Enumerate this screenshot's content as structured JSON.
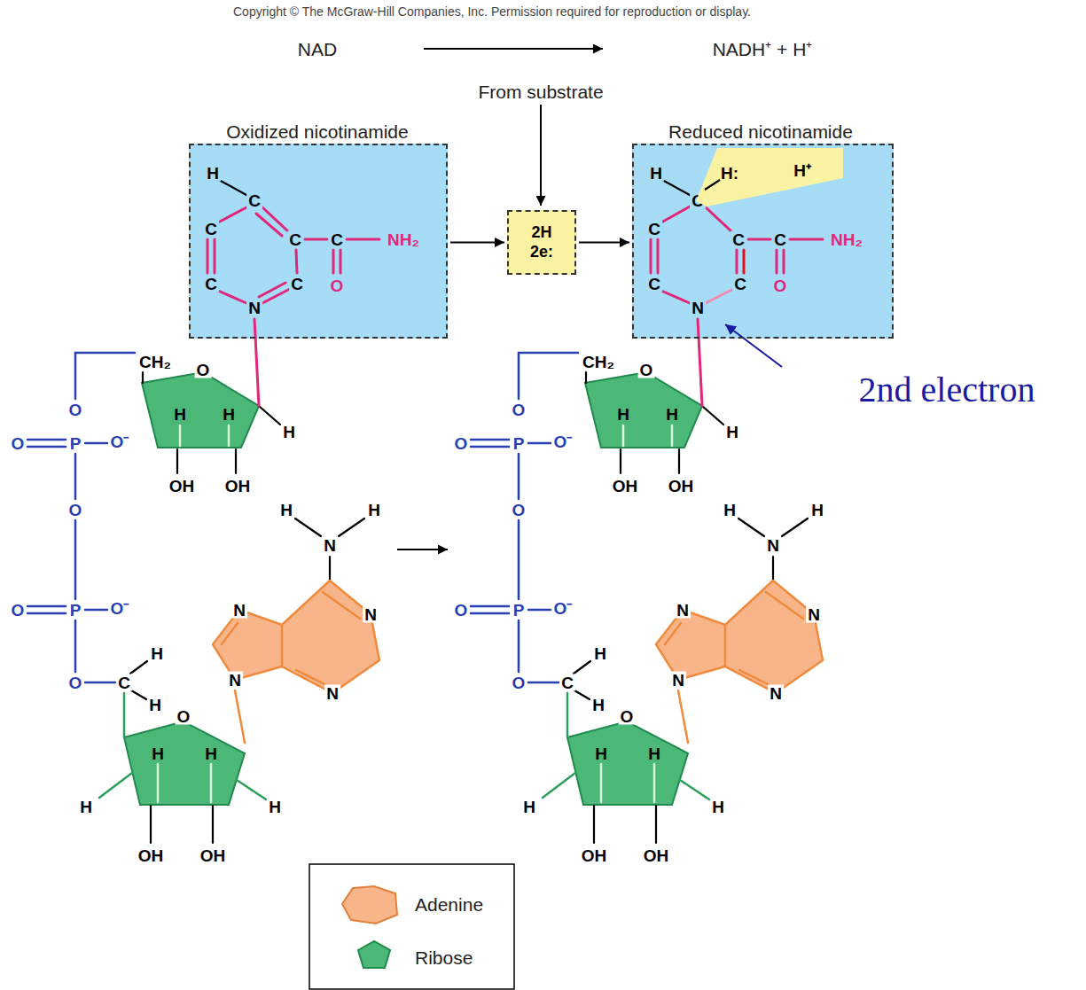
{
  "diagram": {
    "nodes": [
      {
        "text": [
          "Oxidized nicotinamide",
          "H",
          "C",
          "C",
          "C",
          "C",
          "NH₂",
          "C",
          "C",
          "O",
          "N"
        ]
      },
      {
        "text": [
          "2H",
          "2e:"
        ]
      },
      {
        "text": [
          "Reduced nicotinamide",
          "H",
          "C",
          "C",
          "C",
          "C",
          "NH₂",
          "C",
          "C",
          "O",
          "N"
        ]
      },
      {
        "text": [
          "H:",
          "H⁺"
        ],
        "in": 2
      }
    ],
    "edges": [
      {
        "from": 0,
        "to": 1,
        "arrow": "to"
      },
      {
        "from": 1,
        "to": 2,
        "arrow": "to"
      }
    ],
    "labels": [
      "Copyright © The McGraw-Hill Companies, Inc. Permission required for reproduction or display.",
      "NAD",
      "NADH⁺ + H⁺",
      "From substrate",
      "CH₂",
      "O",
      "H",
      "H",
      "H",
      "O",
      "O",
      "P",
      "O⁻",
      "OH",
      "OH",
      "H",
      "H",
      "N",
      "O",
      "N",
      "N",
      "O",
      "P",
      "O⁻",
      "H",
      "O",
      "C",
      "H",
      "N",
      "N",
      "O",
      "H",
      "H",
      "H",
      "H",
      "OH",
      "OH",
      "CH₂",
      "O",
      "H",
      "H",
      "H",
      "O",
      "O",
      "P",
      "O⁻",
      "OH",
      "OH",
      "H",
      "H",
      "N",
      "O",
      "N",
      "N",
      "O",
      "P",
      "O⁻",
      "H",
      "O",
      "C",
      "H",
      "N",
      "N",
      "O",
      "H",
      "H",
      "H",
      "H",
      "OH",
      "OH",
      "2nd electron"
    ],
    "legend": [
      {
        "text": "Adenine",
        "color": "#f9b58a"
      },
      {
        "text": "Ribose",
        "color": "#4cb878"
      }
    ]
  }
}
